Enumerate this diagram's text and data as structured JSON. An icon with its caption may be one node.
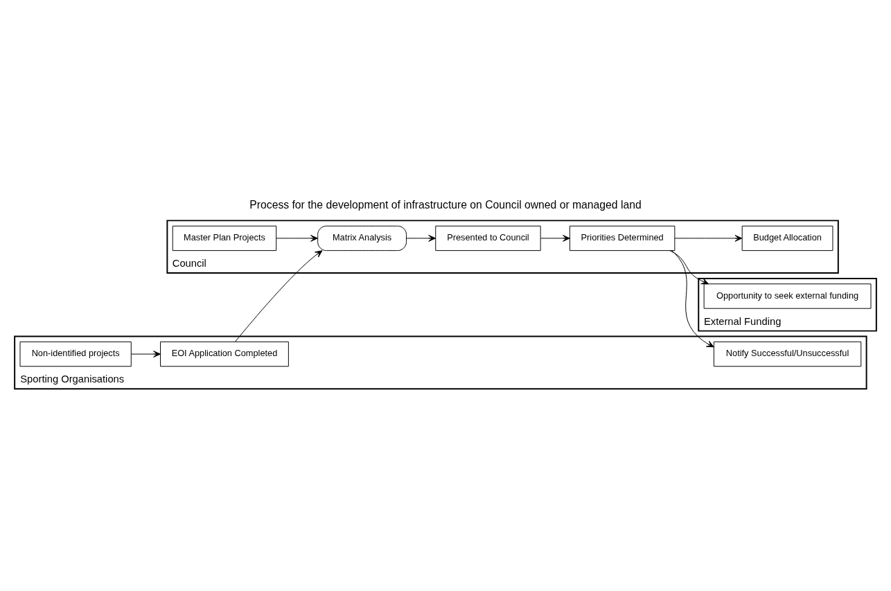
{
  "diagram": {
    "title": "Process for the development of infrastructure on Council owned or managed land",
    "nodes": [
      {
        "text": [
          "External Funding"
        ]
      },
      {
        "text": [
          "Opportunity to seek external funding"
        ],
        "in": 0
      },
      {
        "text": [
          "Council"
        ]
      },
      {
        "text": [
          "Presented to Council"
        ],
        "in": 2
      },
      {
        "text": [
          "Priorities Determined"
        ],
        "in": 2
      },
      {
        "text": [
          "Budget Allocation"
        ],
        "in": 2
      },
      {
        "text": [
          "Master Plan Projects"
        ],
        "in": 2
      },
      {
        "text": [
          "Matrix Analysis"
        ],
        "in": 2
      },
      {
        "text": [
          "Sporting Organisations"
        ]
      },
      {
        "text": [
          "Non-identified projects"
        ],
        "in": 8
      },
      {
        "text": [
          "EOI Application Completed"
        ],
        "in": 8
      },
      {
        "text": [
          "Notify Successful/Unsuccessful"
        ],
        "in": 8
      }
    ],
    "edges": [
      {
        "from": 6,
        "to": 7,
        "arrow": "to"
      },
      {
        "from": 7,
        "to": 3,
        "arrow": "to"
      },
      {
        "from": 3,
        "to": 4,
        "arrow": "to"
      },
      {
        "from": 4,
        "to": 5,
        "arrow": "to"
      },
      {
        "from": 4,
        "to": 1,
        "arrow": "to"
      },
      {
        "from": 4,
        "to": 11,
        "arrow": "to"
      },
      {
        "from": 9,
        "to": 10,
        "arrow": "to"
      },
      {
        "from": 10,
        "to": 7,
        "arrow": "to"
      }
    ]
  }
}
